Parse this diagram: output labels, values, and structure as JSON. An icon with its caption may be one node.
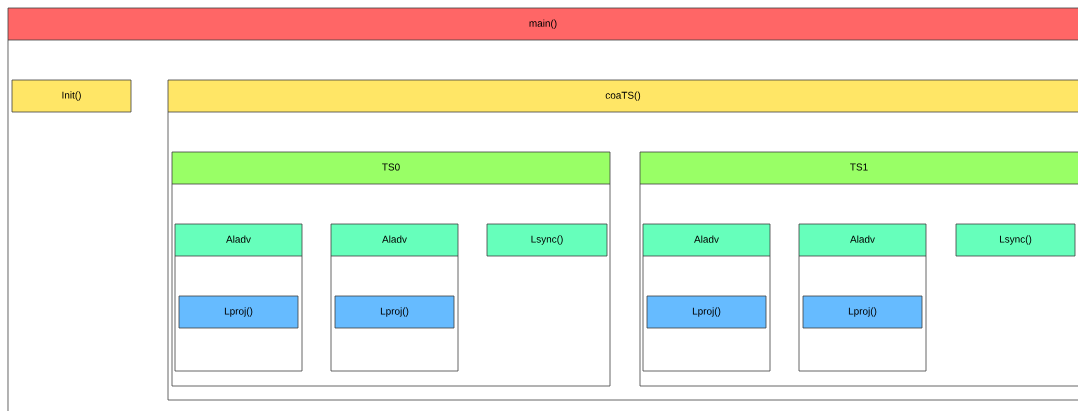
{
  "diagram": {
    "nodes": [
      {
        "text": [
          "main()"
        ]
      },
      {
        "text": [
          "Init()"
        ],
        "in": 0
      },
      {
        "text": [
          "coaTS()"
        ],
        "in": 0
      },
      {
        "text": [
          "TS0"
        ],
        "in": 2
      },
      {
        "text": [
          "Aladv"
        ],
        "in": 3
      },
      {
        "text": [
          "Lproj()"
        ],
        "in": 4
      },
      {
        "text": [
          "Aladv"
        ],
        "in": 3
      },
      {
        "text": [
          "Lproj()"
        ],
        "in": 6
      },
      {
        "text": [
          "Lsync()"
        ],
        "in": 3
      },
      {
        "text": [
          "TS1"
        ],
        "in": 2
      },
      {
        "text": [
          "Aladv"
        ],
        "in": 9
      },
      {
        "text": [
          "Lproj()"
        ],
        "in": 10
      },
      {
        "text": [
          "Aladv"
        ],
        "in": 9
      },
      {
        "text": [
          "Lproj()"
        ],
        "in": 12
      },
      {
        "text": [
          "Lsync()"
        ],
        "in": 9
      }
    ]
  }
}
